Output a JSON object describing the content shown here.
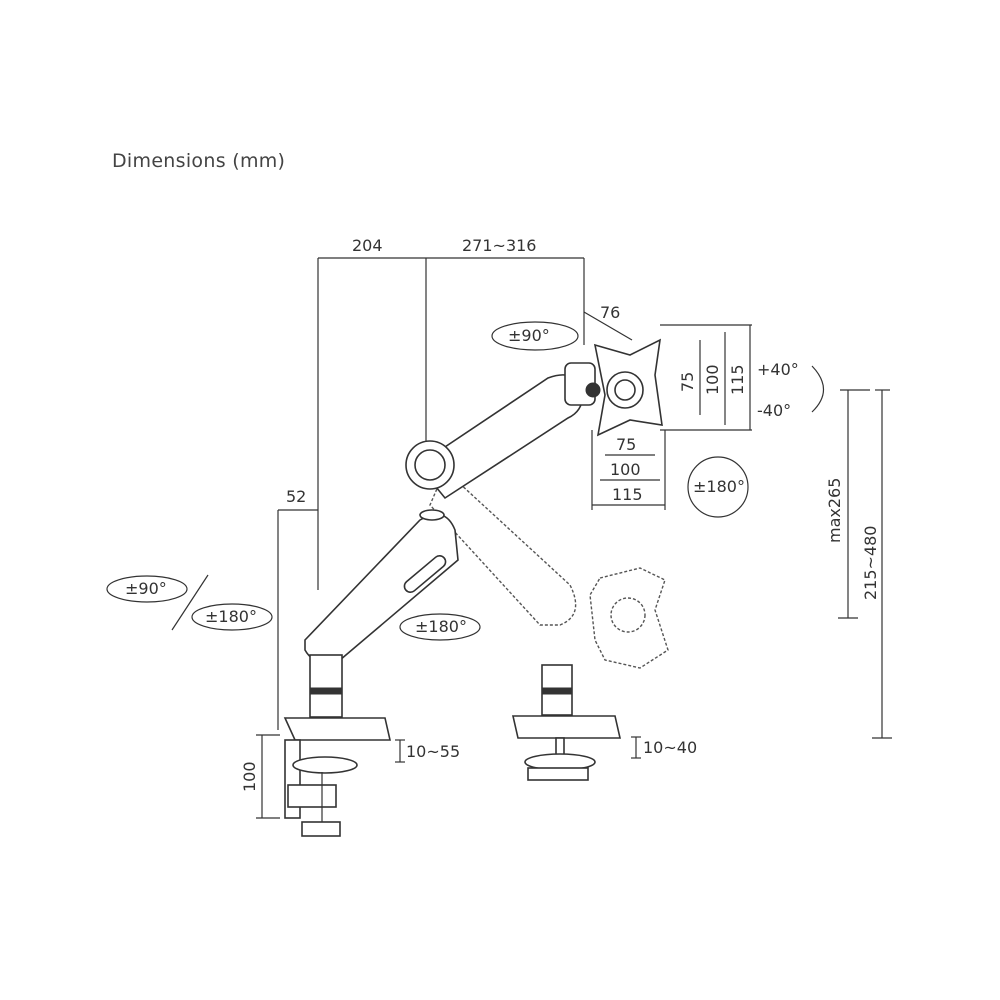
{
  "title": "Dimensions (mm)",
  "dimensions": {
    "arm_base_offset": "204",
    "arm_reach": "271~316",
    "plate_depth": "76",
    "vesa_v_75": "75",
    "vesa_v_100": "100",
    "vesa_v_115": "115",
    "vesa_h_75": "75",
    "vesa_h_100": "100",
    "vesa_h_115": "115",
    "max_height": "max265",
    "height_range": "215~480",
    "pole_offset": "52",
    "clamp_height": "100",
    "clamp_range": "10~55",
    "grommet_range": "10~40"
  },
  "rotations": {
    "head_swivel": "±90°",
    "tilt_up": "+40°",
    "tilt_down": "-40°",
    "rotation": "±180°",
    "base_swivel": "±90°",
    "base_rotation": "±180°",
    "arm_rotation": "±180°"
  }
}
